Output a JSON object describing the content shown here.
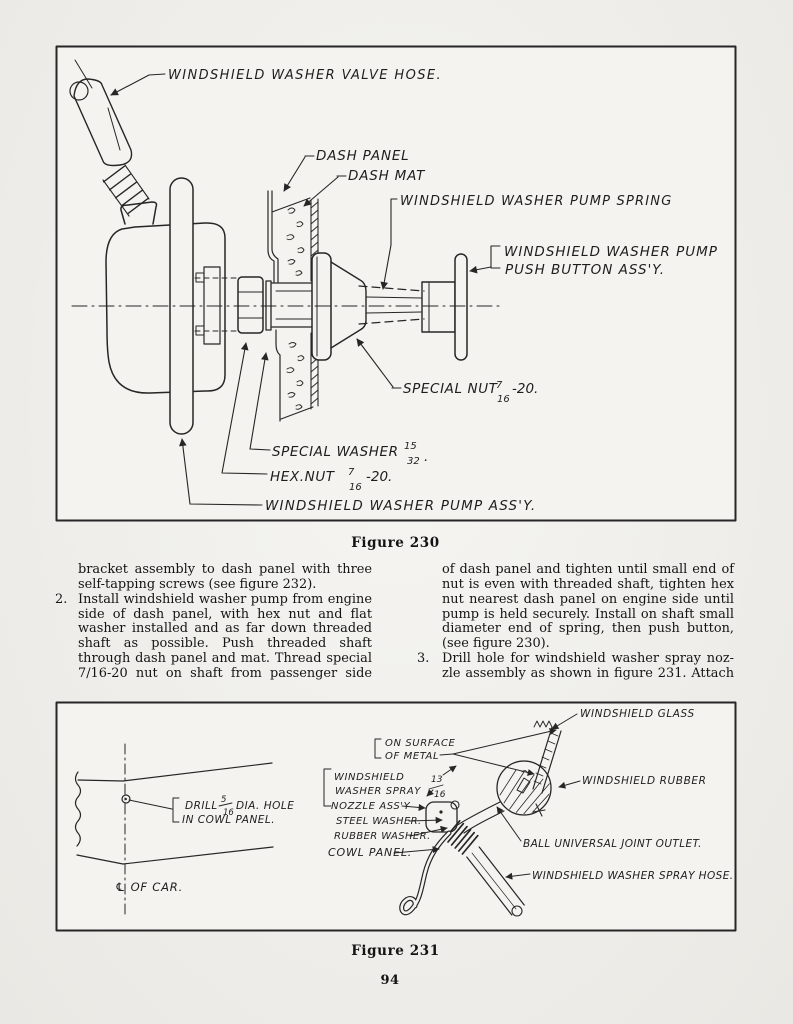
{
  "page": {
    "number": "94"
  },
  "figure230": {
    "caption": "Figure 230",
    "labels": {
      "valve_hose": "WINDSHIELD WASHER VALVE HOSE.",
      "dash_panel": "DASH PANEL",
      "dash_mat": "DASH MAT",
      "pump_spring": "WINDSHIELD WASHER PUMP SPRING",
      "push_button_line1": "WINDSHIELD WASHER PUMP",
      "push_button_line2": "PUSH BUTTON ASS'Y.",
      "special_nut": {
        "pre": "SPECIAL NUT",
        "num": "7",
        "den": "16",
        "post": "-20."
      },
      "special_washer": {
        "pre": "SPECIAL WASHER",
        "num": "15",
        "den": "32",
        "post": "."
      },
      "hex_nut": {
        "pre": "HEX.NUT",
        "num": "7",
        "den": "16",
        "post": "-20."
      },
      "pump_assy": "WINDSHIELD WASHER PUMP ASS'Y."
    }
  },
  "instructions": {
    "left_lines": [
      {
        "n": "",
        "t": "bracket assembly to dash panel with three"
      },
      {
        "n": "",
        "t": "self-tapping screws (see figure 232)."
      },
      {
        "n": "2.",
        "t": "Install windshield washer pump from engine"
      },
      {
        "n": "",
        "t": "side of dash panel, with hex nut and flat"
      },
      {
        "n": "",
        "t": "washer installed and as far down threaded"
      },
      {
        "n": "",
        "t": "shaft as possible.  Push threaded shaft"
      },
      {
        "n": "",
        "t": "through dash panel and mat.  Thread special"
      },
      {
        "n": "",
        "t": "7/16-20 nut on shaft from passenger side"
      }
    ],
    "right_lines": [
      {
        "n": "",
        "t": "of dash panel and tighten until small end of"
      },
      {
        "n": "",
        "t": "nut is even with threaded shaft, tighten hex"
      },
      {
        "n": "",
        "t": "nut nearest dash panel on engine side until"
      },
      {
        "n": "",
        "t": "pump is held securely.  Install on shaft small"
      },
      {
        "n": "",
        "t": "diameter end of spring,  then push button,"
      },
      {
        "n": "",
        "t": "(see figure 230)."
      },
      {
        "n": "3.",
        "t": "Drill hole for windshield washer spray noz-"
      },
      {
        "n": "",
        "t": "zle assembly as shown in figure 231.  Attach"
      }
    ]
  },
  "figure231": {
    "caption": "Figure 231",
    "labels": {
      "drill": {
        "pre": "DRILL",
        "num": "5",
        "den": "16",
        "post": "DIA. HOLE"
      },
      "drill_line2": "IN COWL PANEL.",
      "center_of_car": "℄ OF CAR.",
      "on_surface_line1": "ON SURFACE",
      "on_surface_line2": "OF METAL",
      "nozzle_line1": "WINDSHIELD",
      "nozzle_line2": "WASHER SPRAY",
      "nozzle_line3": "NOZZLE ASS'Y",
      "steel_washer": "STEEL WASHER.",
      "rubber_washer": "RUBBER WASHER.",
      "cowl_panel": "COWL PANEL.",
      "dim": {
        "num": "13",
        "den": "16"
      },
      "glass": "WINDSHIELD GLASS",
      "rubber": "WINDSHIELD RUBBER",
      "ball_joint": "BALL UNIVERSAL JOINT OUTLET.",
      "spray_hose": "WINDSHIELD WASHER SPRAY HOSE."
    }
  },
  "ink_color": "#262626",
  "paper_color": "#f3f2ee"
}
